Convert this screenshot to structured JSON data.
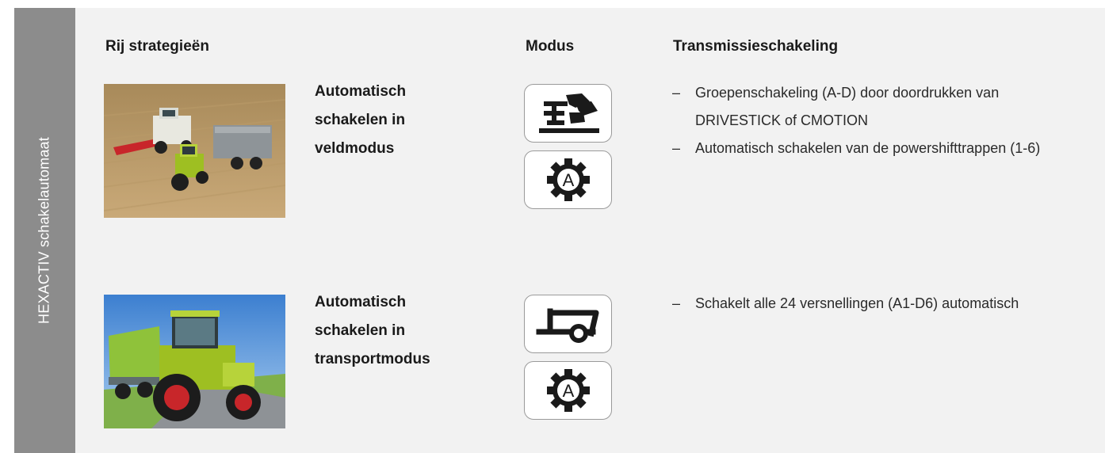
{
  "side_label": "HEXACTIV schakelautomaat",
  "headers": {
    "strategies": "Rij strategieën",
    "mode": "Modus",
    "transmission": "Transmissieschakeling"
  },
  "rows": [
    {
      "strategy_lines": [
        "Automatisch",
        "schakelen in",
        "veldmodus"
      ],
      "photo": "combine-harvester-with-tractor-in-field-photo",
      "mode_icons": [
        "field-mode-icon",
        "automatic-gear-icon"
      ],
      "mode_badge": "A",
      "bullets": [
        "Groepenschakeling (A-D) door doordrukken van DRIVESTICK of CMOTION",
        "Automatisch schakelen van de powershifttrappen (1-6)"
      ]
    },
    {
      "strategy_lines": [
        "Automatisch",
        "schakelen in",
        "transportmodus"
      ],
      "photo": "tractor-with-trailer-on-road-photo",
      "mode_icons": [
        "transport-mode-icon",
        "automatic-gear-icon"
      ],
      "mode_badge": "A",
      "bullets": [
        "Schakelt alle 24 versnellingen (A1-D6) automatisch"
      ]
    }
  ],
  "colors": {
    "panel": "#f2f2f2",
    "side_bar": "#8c8c8c",
    "text": "#1a1a1a"
  }
}
